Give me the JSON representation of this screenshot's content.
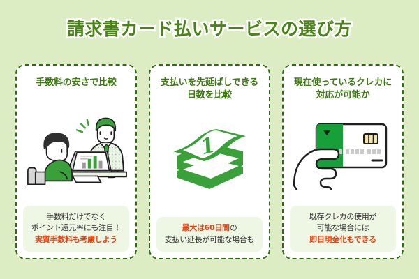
{
  "header": {
    "title": "請求書カード払いサービスの選び方",
    "title_color": "#4a8417",
    "outline_color": "#ffffff"
  },
  "theme": {
    "background": "#dcedc4",
    "card_background": "#ffffff",
    "card_border": "#2f6b10",
    "heading_color": "#3d7a12",
    "note_background": "#eef6e4",
    "body_text": "#2f2f2f",
    "accent": "#f0400f",
    "icon_green": "#3aa03a"
  },
  "cards": [
    {
      "heading": "手数料の安さで比較",
      "icon_name": "consultation-illustration",
      "note": {
        "line1": "手数料だけでなく",
        "line2": "ポイント還元率にも注目！",
        "line3": "実質手数料も考慮しよう"
      }
    },
    {
      "heading": "支払いを先延ばしできる\n日数を比較",
      "icon_name": "daily-calendar-icon",
      "note": {
        "line1_highlight": "最大は60日間",
        "line1_tail": "の",
        "line2": "支払い延長が可能な場合も"
      }
    },
    {
      "heading": "現在使っているクレカに\n対応が可能か",
      "icon_name": "hand-holding-credit-card-icon",
      "note": {
        "line1": "既存クレカの使用が",
        "line2": "可能な場合には",
        "line3": "即日現金化もできる"
      }
    }
  ]
}
